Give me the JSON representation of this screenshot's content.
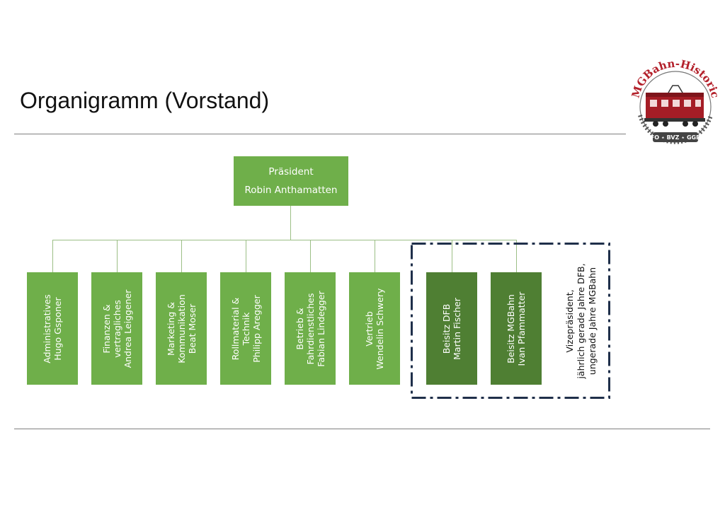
{
  "page": {
    "title": "Organigramm (Vorstand)"
  },
  "logo": {
    "arc_text": "MGBahn-Historic",
    "bottom_text": "FO ⋆ BVZ ⋆ GGB",
    "colors": {
      "red": "#b3202a",
      "rail": "#555555"
    }
  },
  "president": {
    "role": "Präsident",
    "name": "Robin Anthamatten"
  },
  "members": [
    {
      "lines": [
        "Administratives",
        "Hugo  Gsponer"
      ]
    },
    {
      "lines": [
        "Finanzen &",
        "vertragliches",
        "Andrea Leiggener"
      ]
    },
    {
      "lines": [
        "Marketing &",
        "Kommunikation",
        "Beat  Moser"
      ]
    },
    {
      "lines": [
        "Rollmaterial &",
        "Technik",
        "Philipp Aregger"
      ]
    },
    {
      "lines": [
        "Betrieb &",
        "Fahrdienstliches",
        "Fabian Lindegger"
      ]
    },
    {
      "lines": [
        "Vertrieb",
        "Wendelin Schwery"
      ]
    },
    {
      "lines": [
        "Beisitz DFB",
        "Martin Fischer"
      ]
    },
    {
      "lines": [
        "Beisitz MGBahn",
        "Ivan Pfammatter"
      ]
    }
  ],
  "vice_note": {
    "lines": [
      "Vizepräsident,",
      "jährlich gerade Jahre DFB,",
      "ungerade Jahre MGBahn"
    ]
  },
  "colors": {
    "box_green": "#6faf4a",
    "box_dark_green": "#4f7f33",
    "connector": "#9cbf86",
    "dashed_border": "#1f2f4a",
    "rule": "#7f7f7f"
  }
}
